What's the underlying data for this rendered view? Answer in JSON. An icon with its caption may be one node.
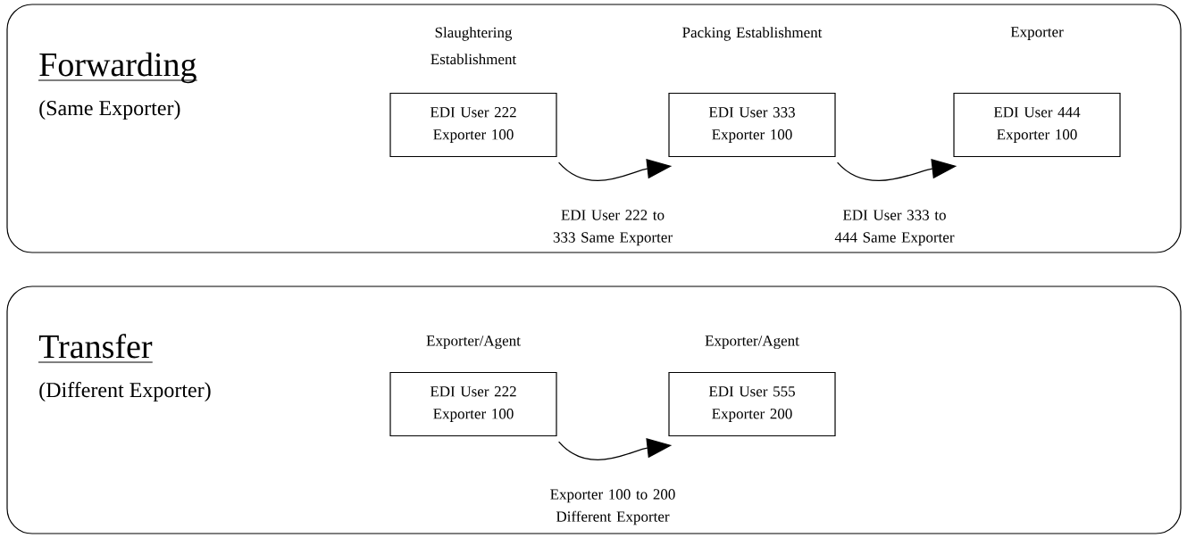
{
  "diagram": {
    "nodes": [
      {
        "text": [
          "Forwarding",
          "(Same Exporter)"
        ]
      },
      {
        "text": [
          "Slaughtering Establishment",
          "EDI User 222 Exporter 100"
        ],
        "in": 0
      },
      {
        "text": [
          "Packing Establishment",
          "EDI User 333 Exporter 100"
        ],
        "in": 0
      },
      {
        "text": [
          "Exporter",
          "EDI User 444 Exporter 100"
        ],
        "in": 0
      },
      {
        "text": [
          "Transfer",
          "(Different Exporter)"
        ]
      },
      {
        "text": [
          "Exporter/Agent",
          "EDI User 222 Exporter 100"
        ],
        "in": 4
      },
      {
        "text": [
          "Exporter/Agent",
          "EDI User 555 Exporter 200"
        ],
        "in": 4
      }
    ],
    "edges": [
      {
        "from": 1,
        "to": 2,
        "arrow": "to",
        "label": "EDI User 222 to 333 Same Exporter"
      },
      {
        "from": 2,
        "to": 3,
        "arrow": "to",
        "label": "EDI User 333 to 444 Same Exporter"
      },
      {
        "from": 5,
        "to": 6,
        "arrow": "to",
        "label": "Exporter 100 to 200 Different Exporter"
      }
    ]
  }
}
